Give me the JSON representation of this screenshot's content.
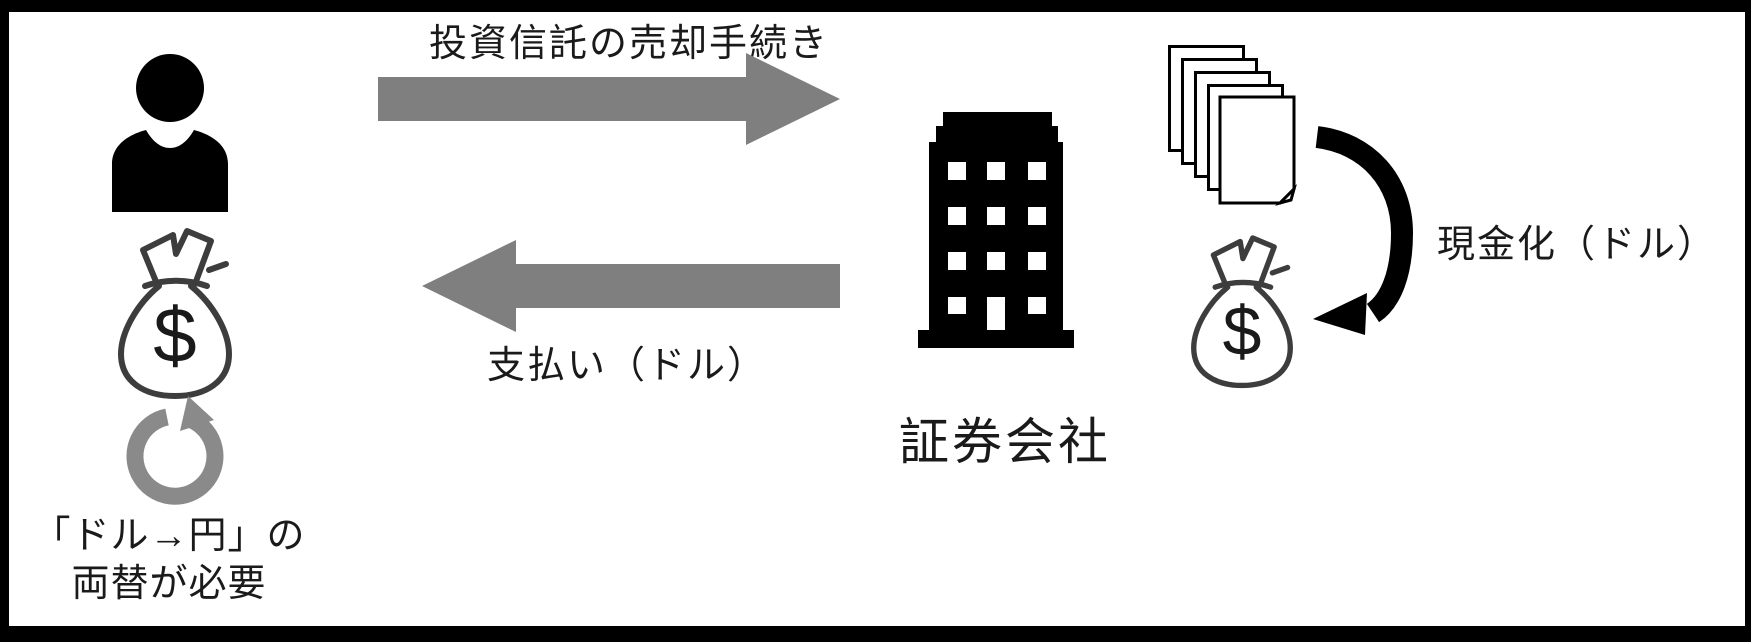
{
  "labels": {
    "sell_procedure": "投資信託の売却手続き",
    "payment": "支払い（ドル）",
    "securities_company": "証券会社",
    "cash_conversion": "現金化（ドル）",
    "exchange_note_line1": "「ドル→円」の",
    "exchange_note_line2": "両替が必要",
    "currency_symbol": "$"
  },
  "icons": {
    "investor": "person-silhouette-icon",
    "money_bag_left": "money-bag-dollar-icon",
    "exchange_cycle": "circular-refresh-arrow-icon",
    "sell_flow": "right-arrow",
    "payment_flow": "left-arrow",
    "securities_company": "office-building-icon",
    "documents": "document-stack-icon",
    "money_bag_right": "money-bag-dollar-icon",
    "cash_flow": "curved-down-arrow"
  },
  "colors": {
    "arrow_gray": "#7f7f7f",
    "refresh_gray": "#8a8a8a",
    "bag_outline": "#3d3d3d",
    "black": "#000000",
    "background": "#ffffff",
    "text": "#1a1a1a",
    "frame": "#000000"
  }
}
